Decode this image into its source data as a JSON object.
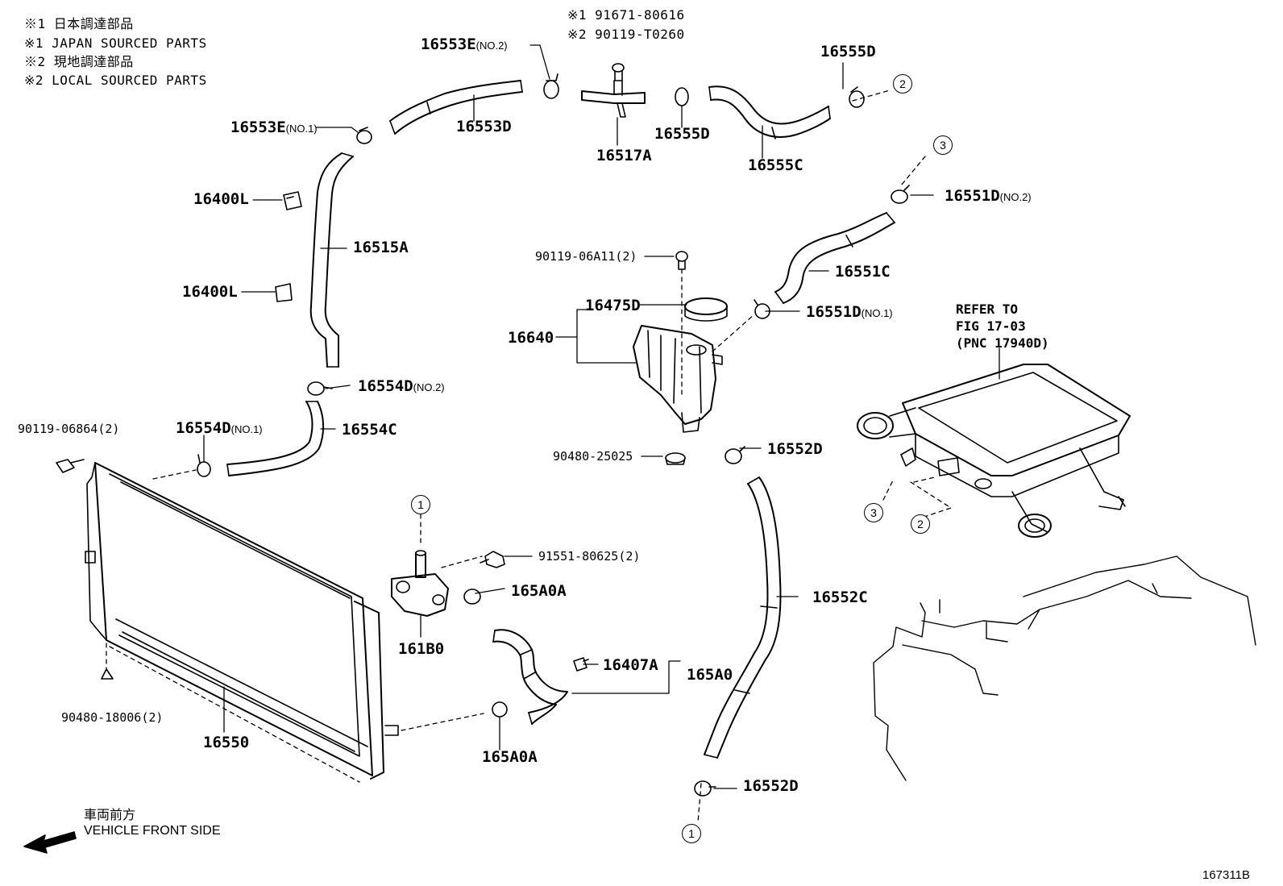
{
  "notes": [
    "※1 日本調達部品",
    "※1 JAPAN SOURCED PARTS",
    "※2 現地調達部品",
    "※2 LOCAL SOURCED PARTS"
  ],
  "bolt_notes": [
    "※1 91671-80616",
    "※2 90119-T0260"
  ],
  "labels": [
    {
      "text": "16553E",
      "sub": "(NO.2)"
    },
    {
      "text": "16553D"
    },
    {
      "text": "16553E",
      "sub": "(NO.1)"
    },
    {
      "text": "16517A"
    },
    {
      "text": "16555D"
    },
    {
      "text": "16555D"
    },
    {
      "text": "16555C"
    },
    {
      "text": "16400L"
    },
    {
      "text": "16515A"
    },
    {
      "text": "16400L"
    },
    {
      "text": "16551D",
      "sub": "(NO.2)"
    },
    {
      "text": "16551C"
    },
    {
      "text": "16551D",
      "sub": "(NO.1)"
    },
    {
      "text": "90119-06A11(2)"
    },
    {
      "text": "16475D"
    },
    {
      "text": "16640"
    },
    {
      "text": "16554D",
      "sub": "(NO.2)"
    },
    {
      "text": "16554D",
      "sub": "(NO.1)"
    },
    {
      "text": "16554C"
    },
    {
      "text": "90119-06864(2)"
    },
    {
      "text": "90480-25025"
    },
    {
      "text": "16552D"
    },
    {
      "text": "91551-80625(2)"
    },
    {
      "text": "165A0A"
    },
    {
      "text": "161B0"
    },
    {
      "text": "16407A"
    },
    {
      "text": "165A0"
    },
    {
      "text": "16552C"
    },
    {
      "text": "90480-18006(2)"
    },
    {
      "text": "16550"
    },
    {
      "text": "165A0A"
    },
    {
      "text": "16552D"
    }
  ],
  "refer": [
    "REFER TO",
    "FIG 17-03",
    "(PNC 17940D)"
  ],
  "connectors": [
    "1",
    "2",
    "3",
    "3",
    "2",
    "1"
  ],
  "front": {
    "jp": "車両前方",
    "en": "VEHICLE FRONT SIDE"
  },
  "figure_id": "167311B",
  "colors": {
    "ink": "#000000",
    "paper": "#ffffff"
  }
}
